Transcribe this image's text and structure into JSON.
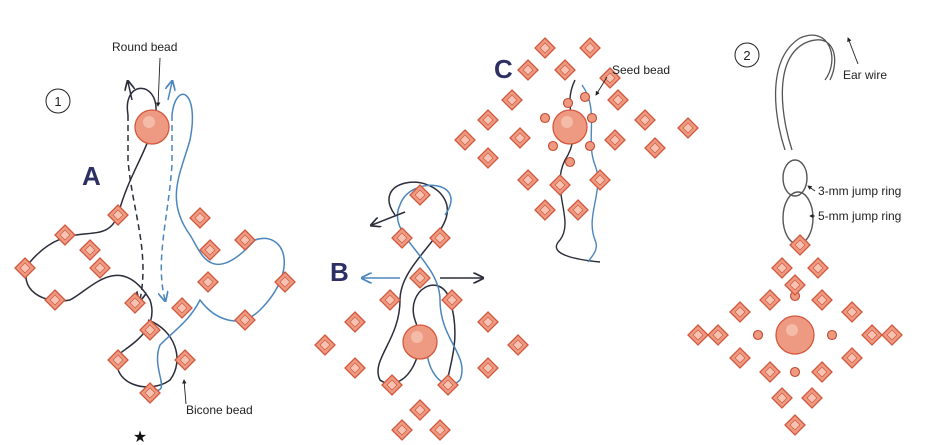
{
  "step_markers": {
    "one": "1",
    "two": "2"
  },
  "panels": {
    "a": "A",
    "b": "B",
    "c": "C"
  },
  "labels": {
    "round_bead": "Round bead",
    "bicone_bead": "Bicone bead",
    "seed_bead": "Seed bead",
    "ear_wire": "Ear wire",
    "jump_ring_3mm": "3-mm jump ring",
    "jump_ring_5mm": "5-mm jump ring"
  },
  "star": "★",
  "colors": {
    "bead_fill": "#ee9a82",
    "bead_stroke": "#d2583c",
    "thread_dark": "#2b2d3a",
    "thread_blue": "#4b86bd",
    "wire": "#555555",
    "panel_letter": "#2e2f64"
  }
}
